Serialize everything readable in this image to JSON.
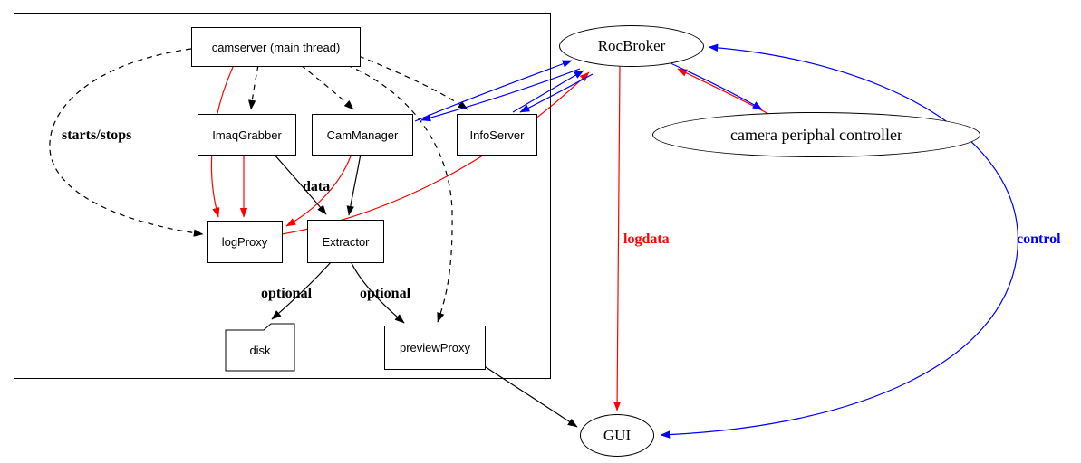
{
  "nodes": {
    "camserver": "camserver (main thread)",
    "imaqgrabber": "ImaqGrabber",
    "cammanager": "CamManager",
    "infoserver": "InfoServer",
    "logproxy": "logProxy",
    "extractor": "Extractor",
    "disk": "disk",
    "previewproxy": "previewProxy",
    "rocbroker": "RocBroker",
    "controller": "camera periphal controller",
    "gui": "GUI"
  },
  "edge_labels": {
    "starts_stops": "starts/stops",
    "data": "data",
    "optional_disk": "optional",
    "optional_preview": "optional",
    "logdata": "logdata",
    "control": "control"
  },
  "colors": {
    "default_edge": "#000000",
    "log_edge": "#ff0000",
    "control_edge": "#0000ff",
    "node_border": "#000000",
    "background": "#ffffff"
  },
  "edges": [
    {
      "from": "camserver",
      "to": "imaqgrabber",
      "style": "dashed",
      "color": "black"
    },
    {
      "from": "camserver",
      "to": "cammanager",
      "style": "dashed",
      "color": "black"
    },
    {
      "from": "camserver",
      "to": "infoserver",
      "style": "dashed",
      "color": "black"
    },
    {
      "from": "camserver",
      "to": "logproxy",
      "style": "dashed",
      "color": "black",
      "label": "starts/stops"
    },
    {
      "from": "camserver",
      "to": "previewproxy",
      "style": "dashed",
      "color": "black"
    },
    {
      "from": "camserver",
      "to": "logproxy",
      "style": "solid",
      "color": "red"
    },
    {
      "from": "imaqgrabber",
      "to": "logproxy",
      "style": "solid",
      "color": "red"
    },
    {
      "from": "cammanager",
      "to": "logproxy",
      "style": "solid",
      "color": "red"
    },
    {
      "from": "imaqgrabber",
      "to": "extractor",
      "style": "solid",
      "color": "black",
      "label": "data"
    },
    {
      "from": "cammanager",
      "to": "extractor",
      "style": "solid",
      "color": "black"
    },
    {
      "from": "extractor",
      "to": "disk",
      "style": "solid",
      "color": "black",
      "label": "optional"
    },
    {
      "from": "extractor",
      "to": "previewproxy",
      "style": "solid",
      "color": "black",
      "label": "optional"
    },
    {
      "from": "previewproxy",
      "to": "gui",
      "style": "solid",
      "color": "black"
    },
    {
      "from": "logproxy",
      "to": "rocbroker",
      "style": "solid",
      "color": "red"
    },
    {
      "from": "cammanager",
      "to": "rocbroker",
      "style": "solid",
      "color": "blue",
      "bidirectional": true
    },
    {
      "from": "infoserver",
      "to": "rocbroker",
      "style": "solid",
      "color": "blue",
      "bidirectional": true
    },
    {
      "from": "controller",
      "to": "rocbroker",
      "style": "solid",
      "color": "red"
    },
    {
      "from": "rocbroker",
      "to": "controller",
      "style": "solid",
      "color": "blue"
    },
    {
      "from": "rocbroker",
      "to": "gui",
      "style": "solid",
      "color": "red",
      "label": "logdata"
    },
    {
      "from": "gui",
      "to": "rocbroker",
      "style": "solid",
      "color": "blue",
      "label": "control",
      "bidirectional": true
    }
  ]
}
